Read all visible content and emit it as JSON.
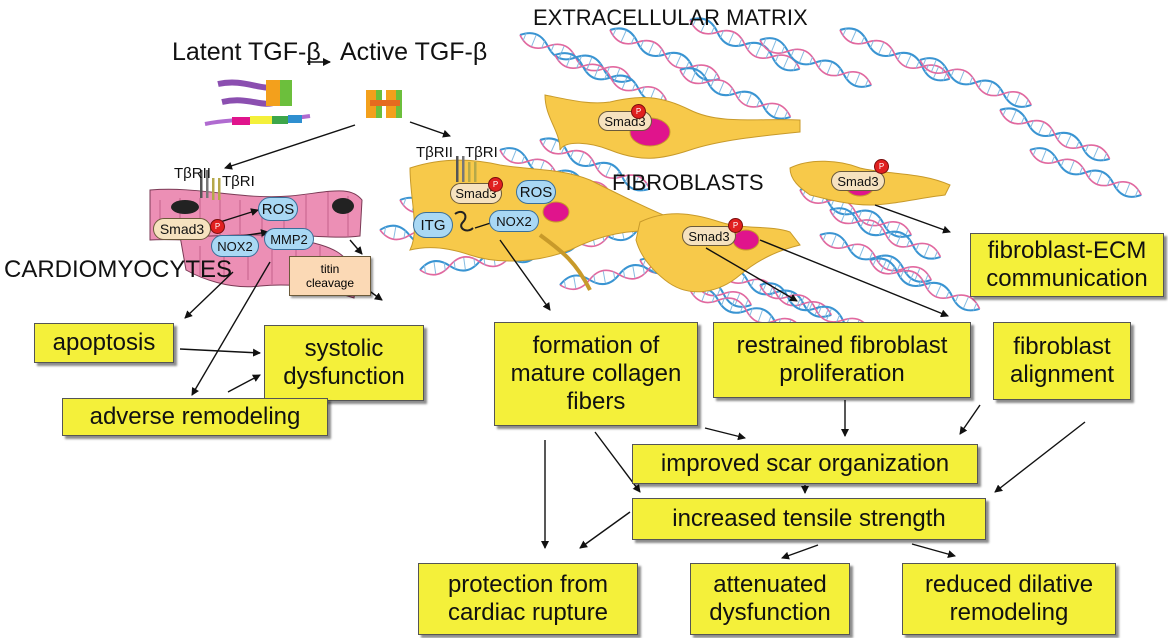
{
  "labels": {
    "extracellular_matrix": "EXTRACELLULAR MATRIX",
    "latent_tgf": "Latent TGF-β",
    "active_tgf": "Active TGF-β",
    "cardiomyocytes": "CARDIOMYOCYTES",
    "fibroblasts": "FIBROBLASTS",
    "tbrii_left": "TβRII",
    "tbri_left": "TβRI",
    "tbrii_mid": "TβRII",
    "tbri_mid": "TβRI"
  },
  "molecules": {
    "smad3": "Smad3",
    "p": "P",
    "ros": "ROS",
    "nox2": "NOX2",
    "mmp2": "MMP2",
    "itg": "ITG",
    "titin_cleavage": "titin\ncleavage"
  },
  "outcomes": {
    "apoptosis": "apoptosis",
    "systolic_dysfunction": "systolic\ndysfunction",
    "adverse_remodeling": "adverse remodeling",
    "mature_collagen": "formation of\nmature collagen\nfibers",
    "restrained_proliferation": "restrained fibroblast\nproliferation",
    "fibroblast_alignment": "fibroblast\nalignment",
    "fibroblast_ecm": "fibroblast-ECM\ncommunication",
    "improved_scar": "improved scar organization",
    "tensile_strength": "increased tensile strength",
    "protection_rupture": "protection from\ncardiac rupture",
    "attenuated_dysfunction": "attenuated\ndysfunction",
    "reduced_dilative": "reduced dilative\nremodeling"
  },
  "colors": {
    "outcome_fill": "#f4f03a",
    "fibroblast_fill": "#f7c94a",
    "cardiomyocyte_fill": "#ec8fb5",
    "nucleus_fill": "#e0148c",
    "molecule_fill": "#a9d8f4",
    "phospho_fill": "#e02020",
    "collagen_blue": "#2f8fd0",
    "collagen_pink": "#e0609a"
  }
}
